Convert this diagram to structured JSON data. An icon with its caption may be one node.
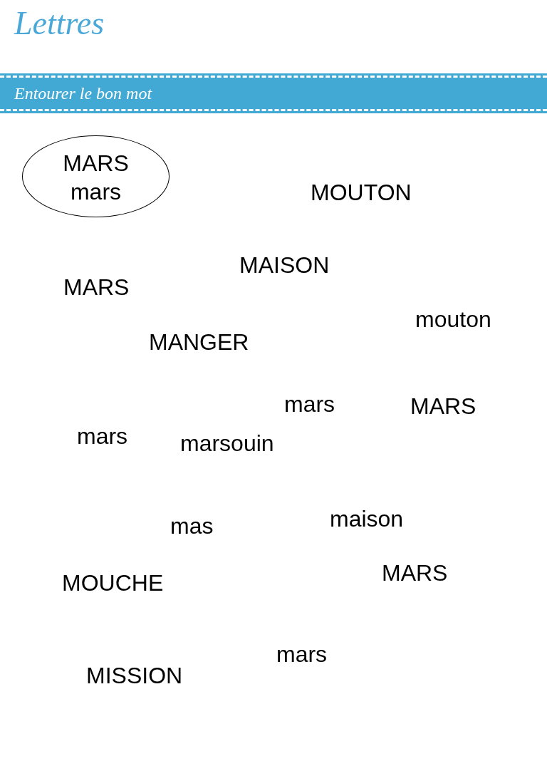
{
  "diagram": {
    "title": "Lettres",
    "nodes": [
      {
        "text": [
          "Entourer le bon mot"
        ]
      },
      {
        "text": [
          "MARS",
          "mars"
        ]
      }
    ],
    "labels": [
      "MOUTON",
      "MAISON",
      "MARS",
      "mouton",
      "MANGER",
      "mars",
      "MARS",
      "mars",
      "marsouin",
      "maison",
      "mas",
      "MARS",
      "MOUCHE",
      "mars",
      "MISSION"
    ]
  }
}
